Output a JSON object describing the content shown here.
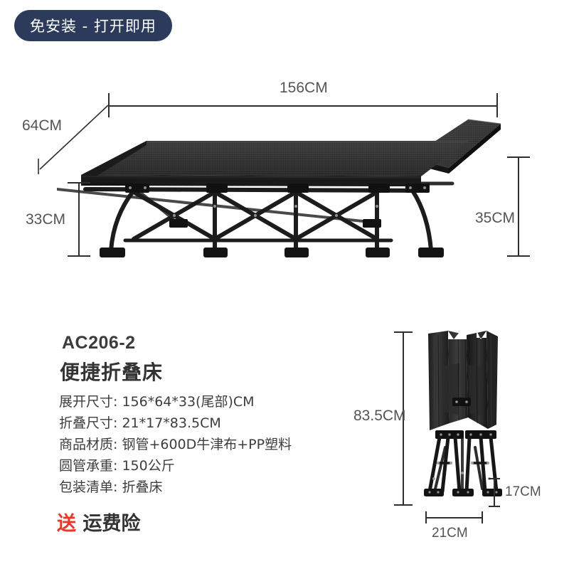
{
  "badge": {
    "text": "免安装 - 打开即用",
    "bg_color": "#2c3a5c",
    "text_color": "#ffffff"
  },
  "product": {
    "model": "AC206-2",
    "name": "便捷折叠床",
    "specs": [
      "展开尺寸: 156*64*33(尾部)CM",
      "折叠尺寸: 21*17*83.5CM",
      "商品材质: 钢管+600D牛津布+PP塑料",
      "圆管承重: 150公斤",
      "包装清单: 折叠床"
    ]
  },
  "gift": {
    "highlight": "送",
    "label": " 运费险",
    "highlight_color": "#e8392a"
  },
  "unfolded_dimensions": {
    "length": "156CM",
    "width": "64CM",
    "foot_height": "33CM",
    "head_height": "35CM"
  },
  "folded_dimensions": {
    "height": "83.5CM",
    "depth": "17CM",
    "width": "21CM"
  },
  "colors": {
    "fabric": "#303030",
    "frame": "#1a1a1a",
    "dimension_line": "#2e2e2e",
    "dimension_text": "#545454",
    "background": "#ffffff"
  }
}
